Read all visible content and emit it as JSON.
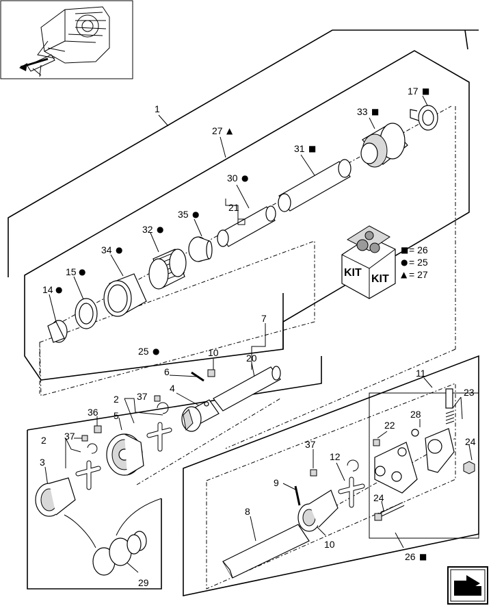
{
  "labels": {
    "l1": "1",
    "l2a": "2",
    "l2b": "2",
    "l3": "3",
    "l4": "4",
    "l5": "5",
    "l6": "6",
    "l7": "7",
    "l8": "8",
    "l9": "9",
    "l10a": "10",
    "l10b": "10",
    "l11": "11",
    "l12": "12",
    "l14": "14",
    "l15": "15",
    "l17": "17",
    "l20": "20",
    "l21": "21",
    "l22": "22",
    "l23": "23",
    "l24a": "24",
    "l24b": "24",
    "l25": "25",
    "l26": "26",
    "l27": "27",
    "l28": "28",
    "l29": "29",
    "l30": "30",
    "l31": "31",
    "l32": "32",
    "l33": "33",
    "l34": "34",
    "l35": "35",
    "l36": "36",
    "l37a": "37",
    "l37b": "37",
    "l37c": "37"
  },
  "symbols": {
    "square": "■",
    "circle": "●",
    "triangle": "▲"
  },
  "legend": {
    "square_eq": "= 26",
    "circle_eq": "= 25",
    "triangle_eq": "= 27"
  },
  "kit_box": {
    "text_left": "KIT",
    "text_right": "KIT"
  },
  "nav_icon": "next-page-arrow-icon"
}
